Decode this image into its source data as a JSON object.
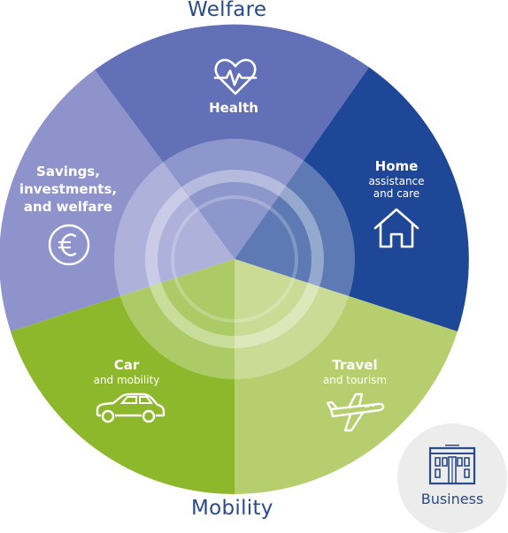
{
  "outer": {
    "top_label": "Welfare",
    "bottom_label": "Mobility"
  },
  "segments": {
    "health": {
      "title": "Health",
      "icon": "heart-pulse-icon",
      "color": "#6270b8"
    },
    "home": {
      "title": "Home",
      "subtitle_line1": "assistance",
      "subtitle_line2": "and care",
      "icon": "house-icon",
      "color": "#1f4797"
    },
    "travel": {
      "title": "Travel",
      "subtitle": "and tourism",
      "icon": "airplane-icon",
      "color": "#b6ce6e"
    },
    "car": {
      "title": "Car",
      "subtitle": "and mobility",
      "icon": "car-icon",
      "color": "#8db82c"
    },
    "savings": {
      "line1": "Savings,",
      "line2": "investments,",
      "line3": "and welfare",
      "icon": "euro-icon",
      "color": "#8f93cc"
    }
  },
  "business": {
    "label": "Business",
    "icon": "office-building-icon",
    "bg": "#ececec"
  }
}
